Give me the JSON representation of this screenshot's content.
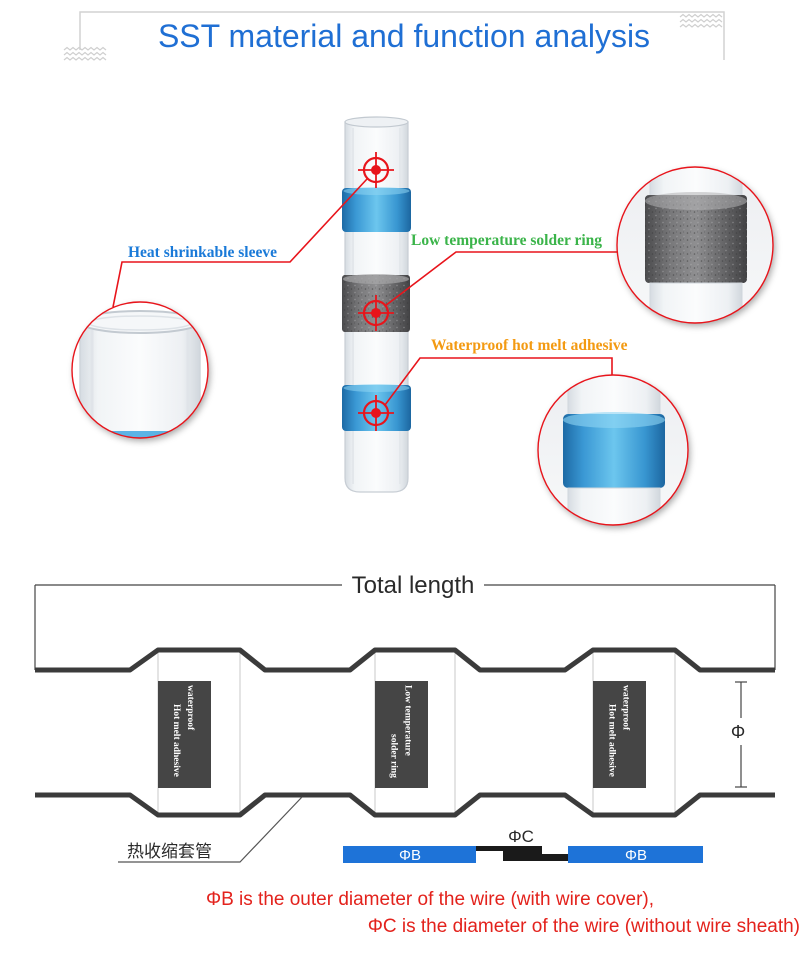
{
  "title": "SST material and function analysis",
  "callouts": {
    "heat_shrink_sleeve": "Heat shrinkable sleeve",
    "solder_ring": "Low temperature solder ring",
    "hot_melt_adhesive": "Waterproof hot melt adhesive"
  },
  "diagram": {
    "total_length": "Total length",
    "segments": [
      {
        "line1": "waterproof",
        "line2": "Hot melt adhesive"
      },
      {
        "line1": "Low temperature",
        "line2": "solder ring"
      },
      {
        "line1": "waterproof",
        "line2": "Hot melt adhesive"
      }
    ],
    "diameter_symbol": "Φ",
    "sleeve_label": "热收缩套管",
    "wire_outer_label": "ΦB",
    "wire_core_label": "ΦC"
  },
  "notes": [
    "ΦB is the outer diameter of the wire (with wire cover),",
    "ΦC is the diameter of the wire (without wire sheath)"
  ],
  "colors": {
    "title": "#1f6fd4",
    "heat_shrink_sleeve": "#1a7ad8",
    "solder_ring": "#3bb44a",
    "hot_melt_adhesive": "#f39a12",
    "callout_line": "#e8141b",
    "wire_cover": "#1e73d8",
    "notes": "#e3221c"
  }
}
